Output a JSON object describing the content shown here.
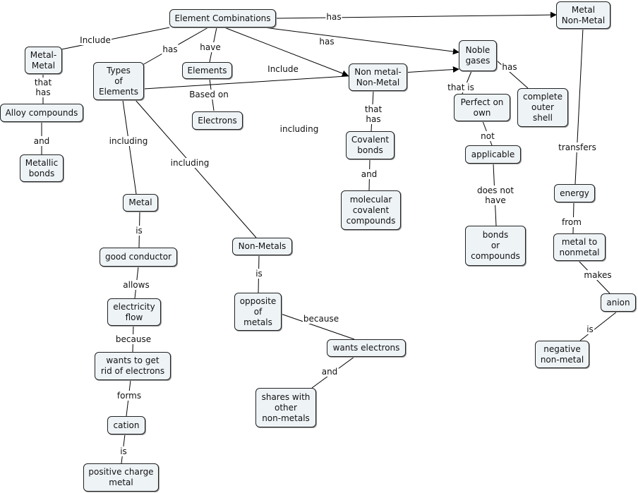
{
  "nodes": {
    "elem_comb": "Element Combinations",
    "metal_nonmetal": "Metal\nNon-Metal",
    "metal_metal": "Metal-\nMetal",
    "types": "Types\nof\nElements",
    "elements": "Elements",
    "electrons": "Electrons",
    "nonmetal_nonmetal": "Non metal-\nNon-Metal",
    "noble": "Noble\ngases",
    "alloy": "Alloy compounds",
    "metallic_bonds": "Metallic\nbonds",
    "perfect": "Perfect on\nown",
    "complete_shell": "complete\nouter\nshell",
    "covalent": "Covalent\nbonds",
    "applicable": "applicable",
    "metal": "Metal",
    "molecular": "molecular\ncovalent\ncompounds",
    "energy": "energy",
    "bonds_compounds": "bonds\nor\ncompounds",
    "nonmetals": "Non-Metals",
    "metal_to_nonmetal": "metal to\nnonmetal",
    "good_conductor": "good conductor",
    "opposite": "opposite\nof\nmetals",
    "anion": "anion",
    "electricity": "electricity\nflow",
    "wants_electrons": "wants electrons",
    "negative": "negative\nnon-metal",
    "rid_electrons": "wants to get\nrid of electrons",
    "shares": "shares with\nother\nnon-metals",
    "cation": "cation",
    "positive": "positive charge\nmetal"
  },
  "links": {
    "has_top": "has",
    "include_left": "Include",
    "has_types": "has",
    "have": "have",
    "has_noble": "has",
    "include_nn": "Include",
    "that_has_mm": "that\nhas",
    "based_on": "Based on",
    "including_noble": "including",
    "that_has_nn": "that\nhas",
    "that_is": "that is",
    "has_shell": "has",
    "and_alloy": "and",
    "including_metal": "including",
    "including_nonmetals": "including",
    "and_covalent": "and",
    "not": "not",
    "transfers": "transfers",
    "does_not_have": "does not\nhave",
    "is_metal": "is",
    "from": "from",
    "is_nonmetals": "is",
    "allows": "allows",
    "makes": "makes",
    "because_opposite": "because",
    "is_anion": "is",
    "because_flow": "because",
    "and_shares": "and",
    "forms": "forms",
    "is_cation": "is"
  }
}
